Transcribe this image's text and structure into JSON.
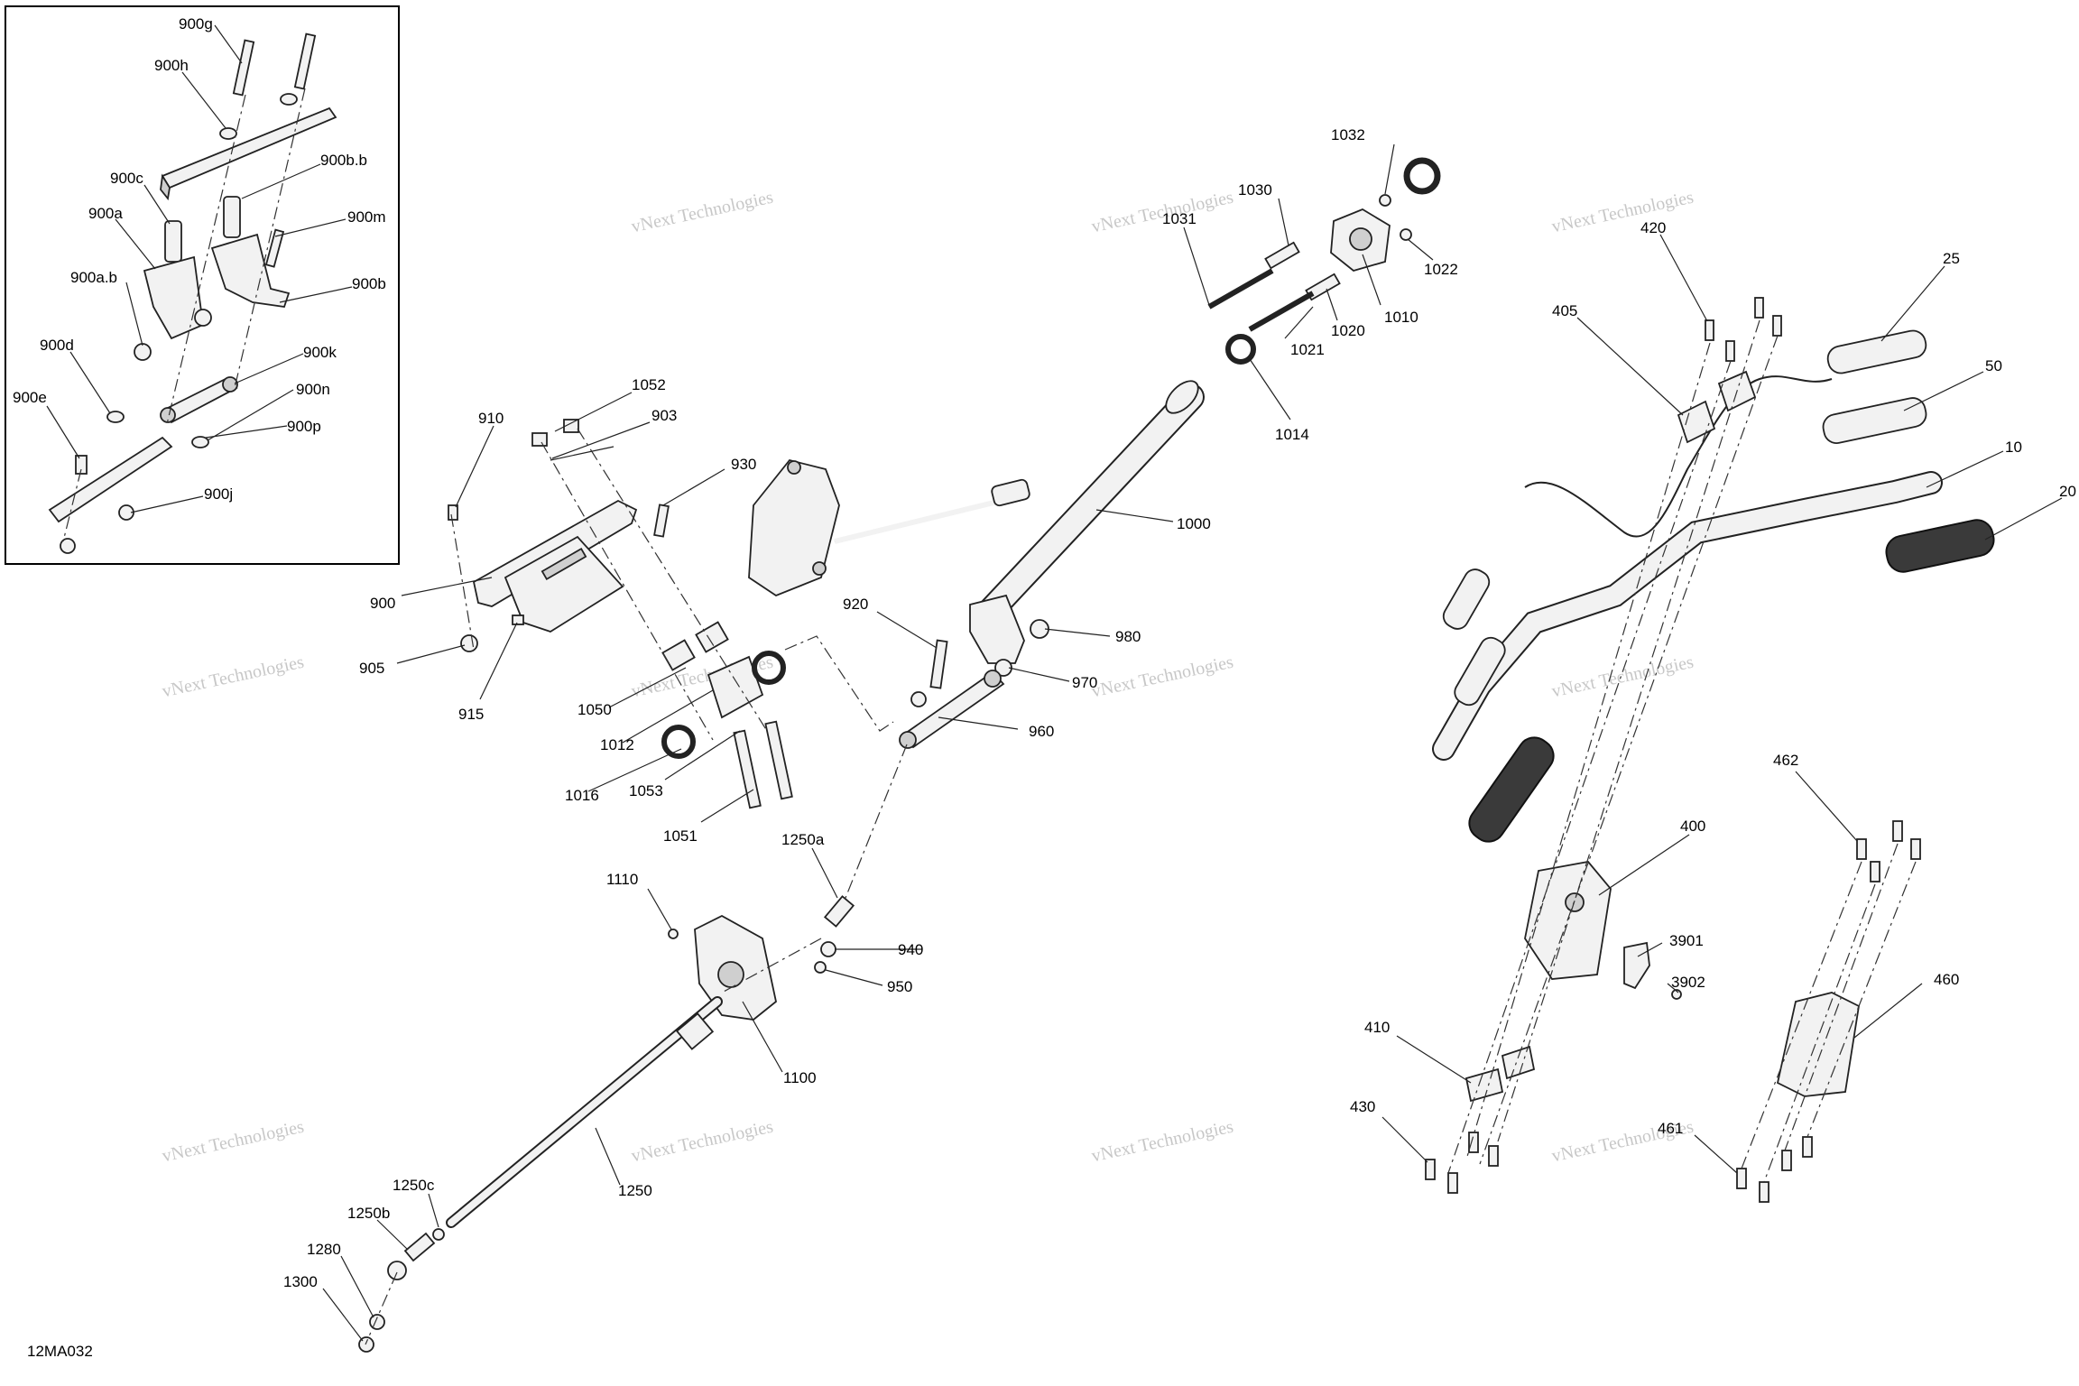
{
  "diagram_code": "12MA032",
  "watermark_text": "vNext Technologies",
  "labels": {
    "l900g": "900g",
    "l900h": "900h",
    "l900bb": "900b.b",
    "l900c": "900c",
    "l900m": "900m",
    "l900a": "900a",
    "l900b": "900b",
    "l900ab": "900a.b",
    "l900k": "900k",
    "l900d": "900d",
    "l900n": "900n",
    "l900e": "900e",
    "l900p": "900p",
    "l900j": "900j",
    "l1052": "1052",
    "l910": "910",
    "l903": "903",
    "l930": "930",
    "l900": "900",
    "l905": "905",
    "l915": "915",
    "l1050": "1050",
    "l1012": "1012",
    "l1016": "1016",
    "l1053": "1053",
    "l1051": "1051",
    "l1032": "1032",
    "l1030": "1030",
    "l1031": "1031",
    "l1022": "1022",
    "l1010": "1010",
    "l1020": "1020",
    "l1021": "1021",
    "l1014": "1014",
    "l1000": "1000",
    "l920": "920",
    "l980": "980",
    "l970": "970",
    "l960": "960",
    "l1250a": "1250a",
    "l1110": "1110",
    "l940": "940",
    "l950": "950",
    "l1100": "1100",
    "l1250": "1250",
    "l1250c": "1250c",
    "l1250b": "1250b",
    "l1280": "1280",
    "l1300": "1300",
    "l420": "420",
    "l405": "405",
    "l25": "25",
    "l50": "50",
    "l10": "10",
    "l20": "20",
    "l462": "462",
    "l400": "400",
    "l3901": "3901",
    "l3902": "3902",
    "l460": "460",
    "l410": "410",
    "l430": "430",
    "l461": "461"
  }
}
